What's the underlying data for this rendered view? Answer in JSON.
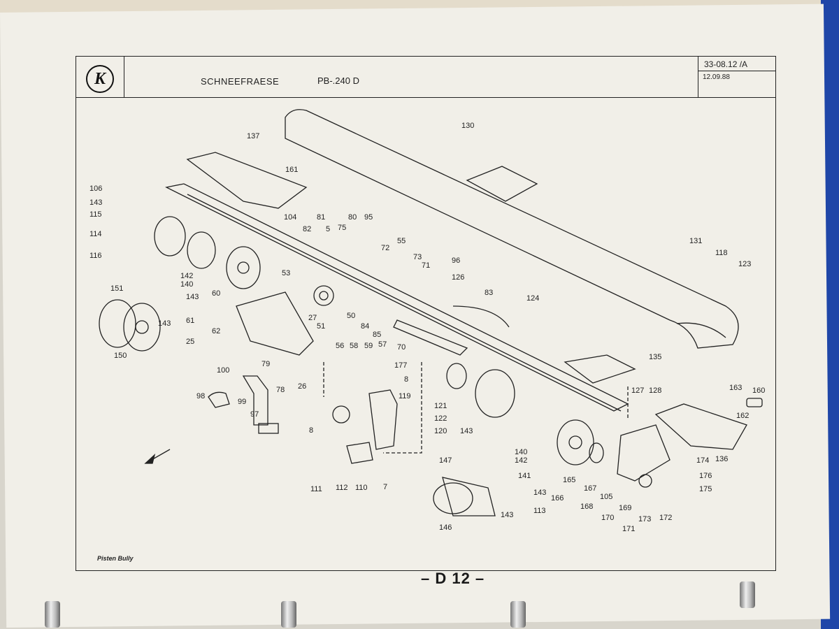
{
  "header": {
    "logo_letter": "K",
    "title": "SCHNEEFRAESE",
    "model": "PB-.240 D",
    "doc_number": "33-08.12 /A",
    "doc_date": "12.09.88"
  },
  "brand_footer": "Pisten Bully",
  "page_number": "– D 12 –",
  "callouts": {
    "c137": "137",
    "c161": "161",
    "c130": "130",
    "c106": "106",
    "c143a": "143",
    "c115": "115",
    "c114": "114",
    "c116": "116",
    "c104": "104",
    "c81": "81",
    "c82": "82",
    "c5": "5",
    "c75": "75",
    "c80": "80",
    "c95": "95",
    "c55": "55",
    "c72": "72",
    "c73": "73",
    "c71": "71",
    "c96": "96",
    "c126": "126",
    "c131": "131",
    "c118": "118",
    "c123": "123",
    "c142": "142",
    "c140": "140",
    "c143b": "143",
    "c60": "60",
    "c53": "53",
    "c27": "27",
    "c51": "51",
    "c50": "50",
    "c84": "84",
    "c85": "85",
    "c83": "83",
    "c124": "124",
    "c151": "151",
    "c143c": "143",
    "c61": "61",
    "c62": "62",
    "c25": "25",
    "c150": "150",
    "c56": "56",
    "c58": "58",
    "c59": "59",
    "c57": "57",
    "c70": "70",
    "c135": "135",
    "c177": "177",
    "c8a": "8",
    "c79": "79",
    "c78": "78",
    "c26": "26",
    "c100": "100",
    "c98": "98",
    "c99": "99",
    "c97": "97",
    "c119": "119",
    "c121": "121",
    "c122": "122",
    "c120": "120",
    "c143d": "143",
    "c8b": "8",
    "c127": "127",
    "c128": "128",
    "c163": "163",
    "c160": "160",
    "c162": "162",
    "c136": "136",
    "c140b": "140",
    "c142b": "142",
    "c141": "141",
    "c174": "174",
    "c176": "176",
    "c175": "175",
    "c111": "111",
    "c112": "112",
    "c110": "110",
    "c7": "7",
    "c147": "147",
    "c143e": "143",
    "c165": "165",
    "c167": "167",
    "c105": "105",
    "c166": "166",
    "c168": "168",
    "c113": "113",
    "c146": "146",
    "c143f": "143",
    "c170": "170",
    "c169": "169",
    "c173": "173",
    "c172": "172",
    "c171": "171"
  },
  "colors": {
    "paper": "#f1efe8",
    "ink": "#222222",
    "binder_tab": "#1f46a8"
  }
}
